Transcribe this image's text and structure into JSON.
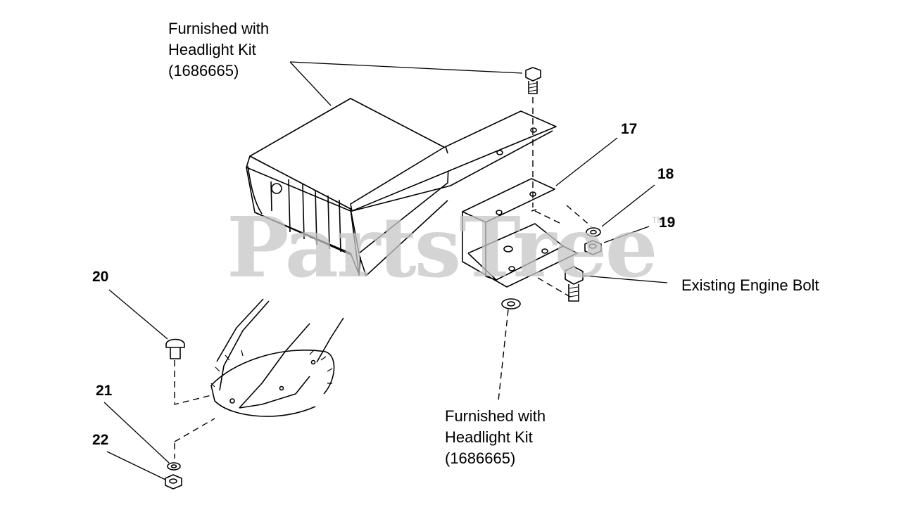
{
  "watermark": {
    "text": "PartsTree",
    "trademark": "TM"
  },
  "notes": {
    "top": {
      "line1": "Furnished with",
      "line2": "Headlight Kit",
      "line3": "(1686665)"
    },
    "bottom": {
      "line1": "Furnished with",
      "line2": "Headlight Kit",
      "line3": "(1686665)"
    },
    "engine_bolt": "Existing Engine Bolt"
  },
  "callouts": {
    "c17": "17",
    "c18": "18",
    "c19": "19",
    "c20": "20",
    "c21": "21",
    "c22": "22"
  },
  "colors": {
    "line": "#000000",
    "watermark": "#c6c6c6",
    "background": "#ffffff"
  }
}
